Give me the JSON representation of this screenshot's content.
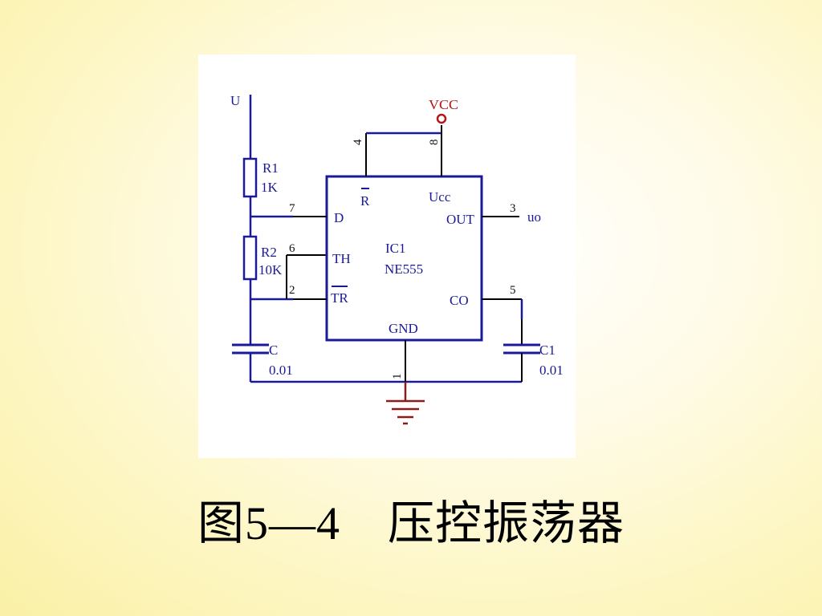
{
  "diagram": {
    "supply_label": "U",
    "vcc_label": "VCC",
    "r1": {
      "name": "R1",
      "value": "1K"
    },
    "r2": {
      "name": "R2",
      "value": "10K"
    },
    "c": {
      "name": "C",
      "value": "0.01"
    },
    "c1": {
      "name": "C1",
      "value": "0.01"
    },
    "ic": {
      "name": "IC1",
      "part": "NE555",
      "pins": {
        "r": "R",
        "ucc": "Ucc",
        "d": "D",
        "th": "TH",
        "tr": "TR",
        "out": "OUT",
        "co": "CO",
        "gnd": "GND"
      },
      "pin_numbers": {
        "p4": "4",
        "p8": "8",
        "p7": "7",
        "p6": "6",
        "p2": "2",
        "p3": "3",
        "p5": "5",
        "p1": "1"
      }
    },
    "output_label": "uo",
    "colors": {
      "wire": "#1a1a99",
      "component": "#1a1a99",
      "supply": "#b01818",
      "ground": "#8b1a1a",
      "lead": "#000000"
    }
  },
  "caption": "图5—4　压控振荡器"
}
